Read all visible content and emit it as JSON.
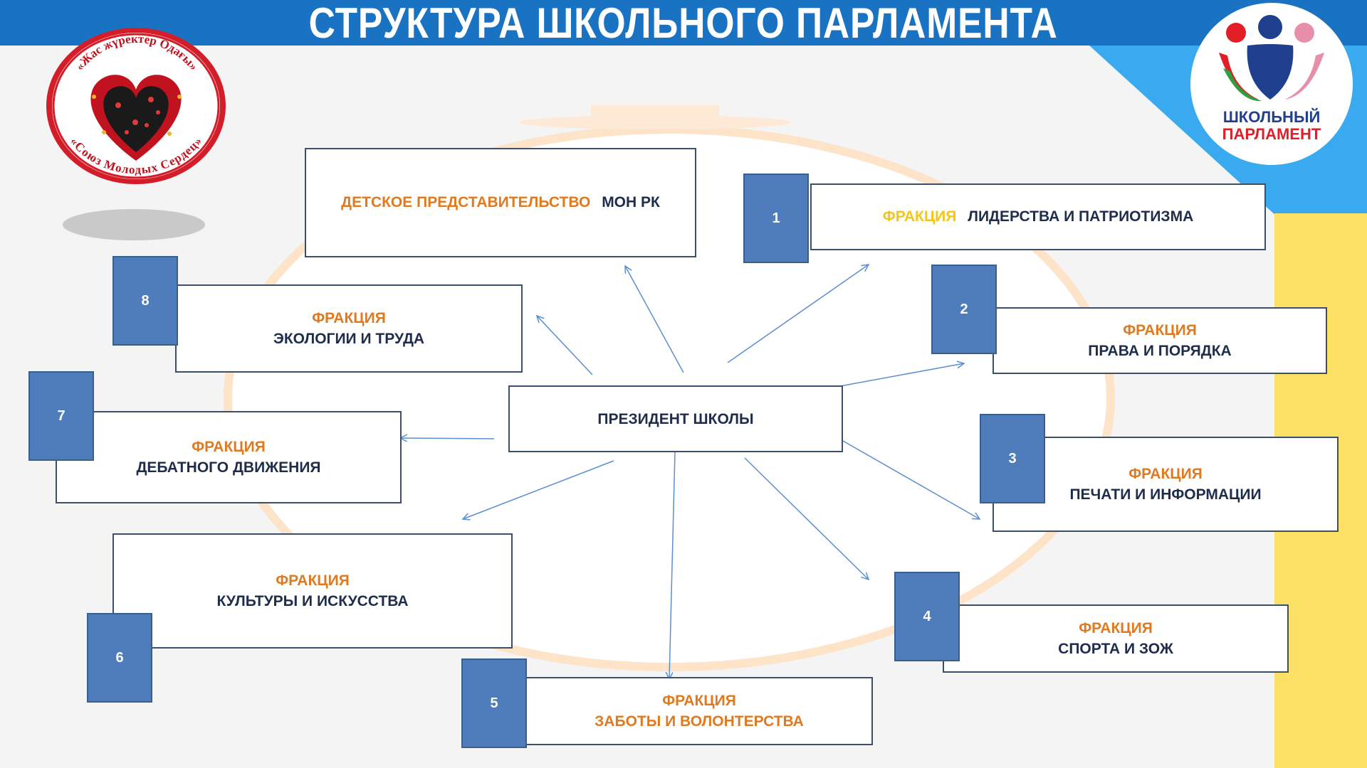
{
  "title": "СТРУКТУРА ШКОЛЬНОГО ПАРЛАМЕНТА",
  "logo_left": {
    "top_arc": "«Жас жүректер Одағы»",
    "bottom_arc": "«Союз Молодых Сердец»"
  },
  "logo_right": {
    "line1": "ШКОЛЬНЫЙ",
    "line2": "ПАРЛАМЕНТ"
  },
  "center": {
    "label": "ПРЕЗИДЕНТ  ШКОЛЫ"
  },
  "representation": {
    "part1": "ДЕТСКОЕ ПРЕДСТАВИТЕЛЬСТВО",
    "part2": "МОН РК"
  },
  "factions": [
    {
      "number": "1",
      "line1": "ФРАКЦИЯ",
      "line2": "ЛИДЕРСТВА И ПАТРИОТИЗМА"
    },
    {
      "number": "2",
      "line1": "ФРАКЦИЯ",
      "line2": "ПРАВА И ПОРЯДКА"
    },
    {
      "number": "3",
      "line1": "ФРАКЦИЯ",
      "line2": "ПЕЧАТИ И ИНФОРМАЦИИ"
    },
    {
      "number": "4",
      "line1": "ФРАКЦИЯ",
      "line2": "СПОРТА И ЗОЖ"
    },
    {
      "number": "5",
      "line1": "ФРАКЦИЯ",
      "line2": "ЗАБОТЫ И ВОЛОНТЕРСТВА"
    },
    {
      "number": "6",
      "line1": "ФРАКЦИЯ",
      "line2": "КУЛЬТУРЫ  И  ИСКУССТВА"
    },
    {
      "number": "7",
      "line1": "ФРАКЦИЯ",
      "line2": "ДЕБАТНОГО  ДВИЖЕНИЯ"
    },
    {
      "number": "8",
      "line1": "ФРАКЦИЯ",
      "line2": "ЭКОЛОГИИ  И ТРУДА"
    }
  ],
  "colors": {
    "title_bar": "#1a73c2",
    "accent_orange": "#e07a21",
    "accent_yellow": "#f5c518",
    "number_box": "#4f7cbb",
    "text_navy": "#1f2d4d",
    "corner_blue": "#3aaaf0",
    "side_yellow": "#fde066"
  }
}
